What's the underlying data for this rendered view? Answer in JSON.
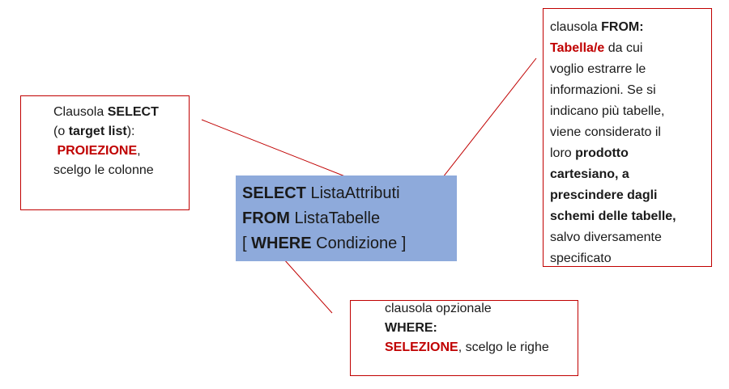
{
  "select_note": {
    "word_clausola": "Clausola",
    "kw_select": "SELECT",
    "open_o": "(o",
    "kw_target": "target list",
    "close_colon": "):",
    "kw_proiezione": "PROIEZIONE",
    "comma": ",",
    "line_colonne": "scelgo le colonne"
  },
  "sql": {
    "kw_select": "SELECT",
    "select_arg": "ListaAttributi",
    "kw_from": "FROM",
    "from_arg": "ListaTabelle",
    "bracket_open": "[",
    "kw_where": "WHERE",
    "where_arg": "Condizione",
    "bracket_close": "]"
  },
  "from_note": {
    "word_clausola": "clausola",
    "kw_from": "FROM:",
    "kw_tabelle": "Tabella/e",
    "text_da_cui": "da cui",
    "line2": "voglio estrarre le",
    "line3": "informazioni. Se si",
    "line4": "indicano più tabelle,",
    "line5": "viene considerato il",
    "word_loro": "loro",
    "bold1": "prodotto",
    "bold2": "cartesiano, a",
    "bold3": "prescindere dagli",
    "bold4": "schemi delle tabelle,",
    "line10": "salvo diversamente",
    "line11": "specificato"
  },
  "where_note": {
    "line1": "clausola opzionale",
    "kw_where": "WHERE:",
    "kw_selezione": "SELEZIONE",
    "tail": ", scelgo le righe"
  },
  "colors": {
    "accent_red": "#c00000",
    "sql_box_fill": "#8eaadb"
  }
}
